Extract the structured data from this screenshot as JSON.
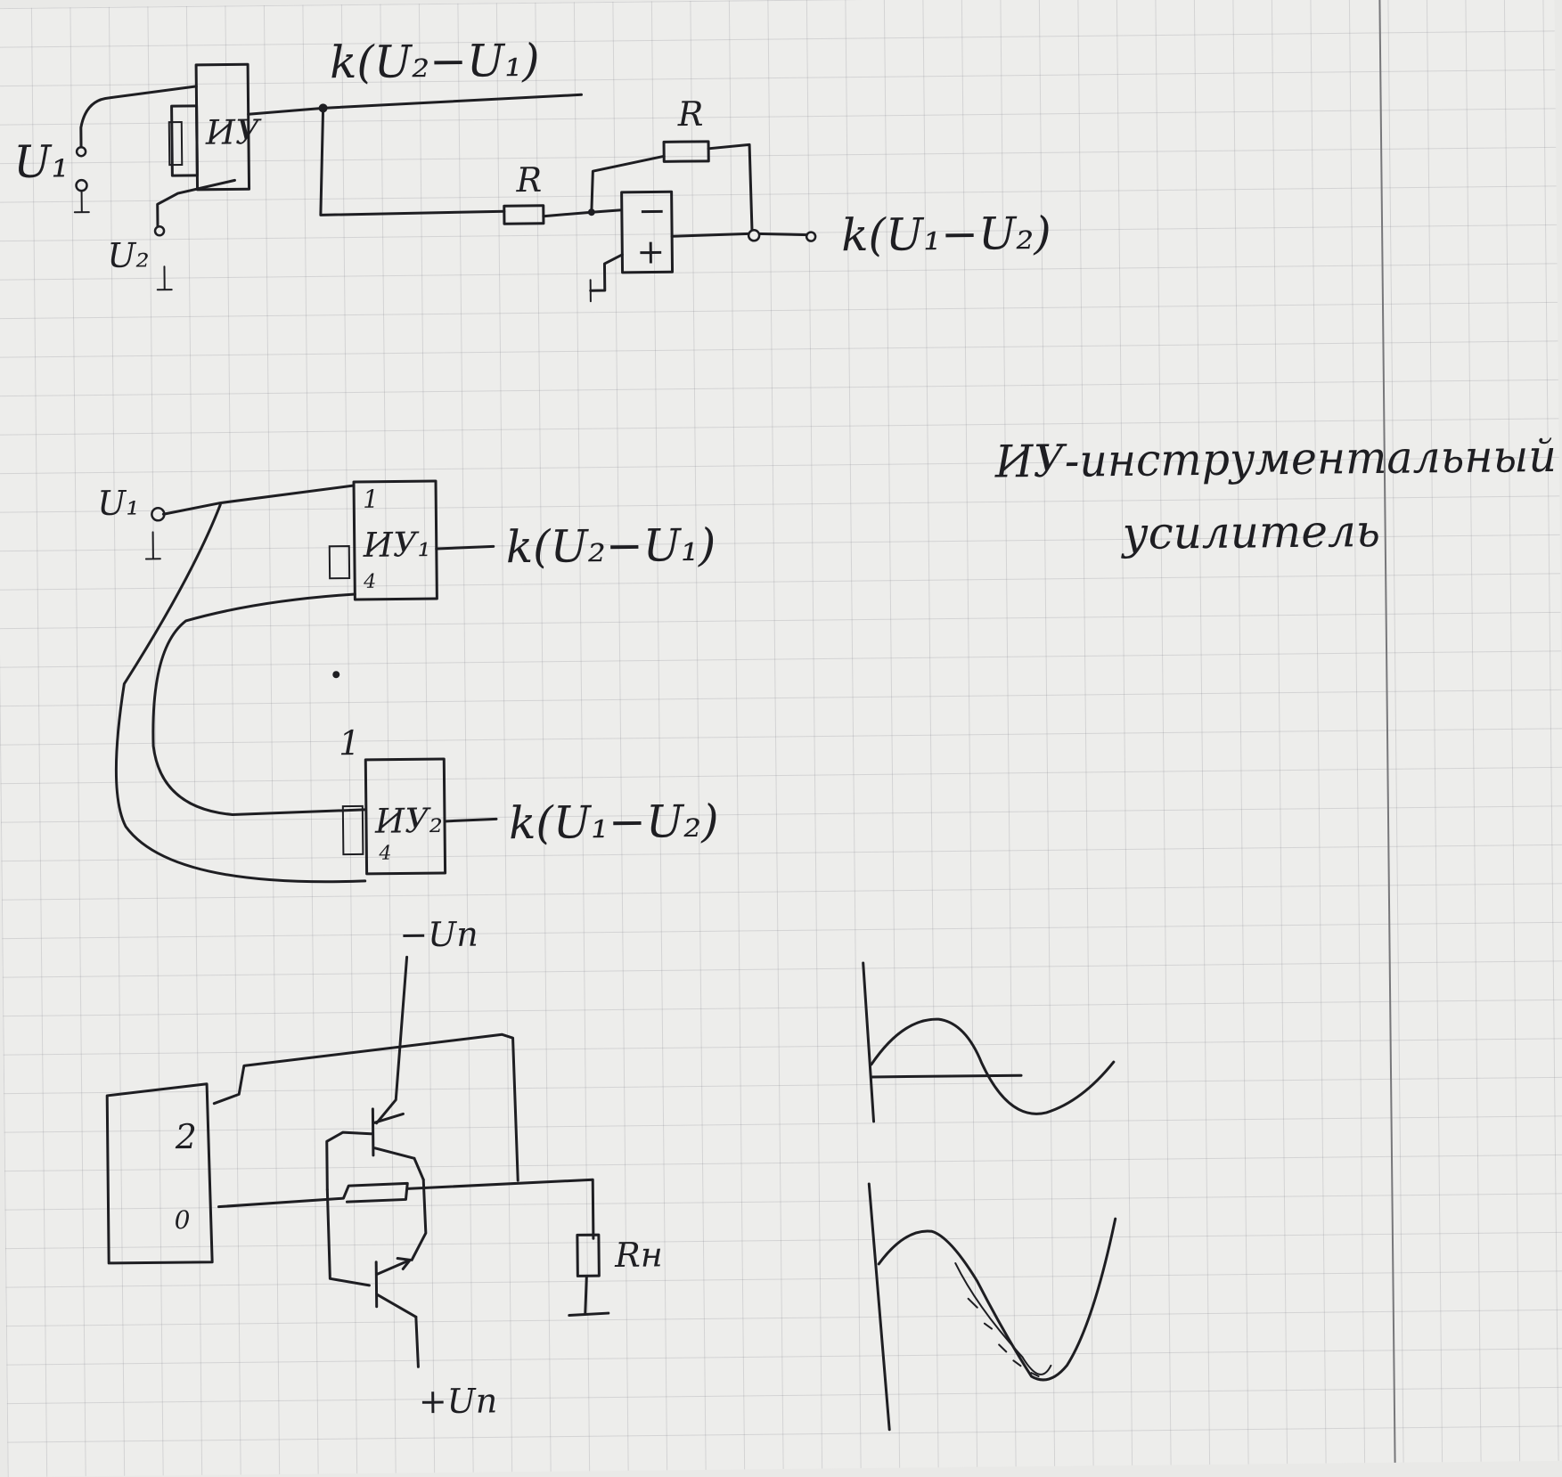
{
  "diagram1": {
    "u1": "U₁",
    "u2": "U₂",
    "block": "ИУ",
    "out_top": "k(U₂−U₁)",
    "r_input": "R",
    "r_feedback": "R",
    "opamp_minus": "−",
    "opamp_plus": "+",
    "out_bottom": "k(U₁−U₂)"
  },
  "diagram2": {
    "u1": "U₁",
    "block1": "ИУ₁",
    "block2": "ИУ₂",
    "pin_top1": "1",
    "pin_bottom1": "4",
    "pin_top2": "1",
    "pin_bottom2": "4",
    "out1": "k(U₂−U₁)",
    "out2": "k(U₁−U₂)"
  },
  "note": {
    "line1": "ИУ-инструментальный",
    "line2": "усилитель"
  },
  "diagram3": {
    "supply_neg": "−Uп",
    "supply_pos": "+Uп",
    "load": "Rн",
    "pin2": "2",
    "pin0": "0"
  }
}
